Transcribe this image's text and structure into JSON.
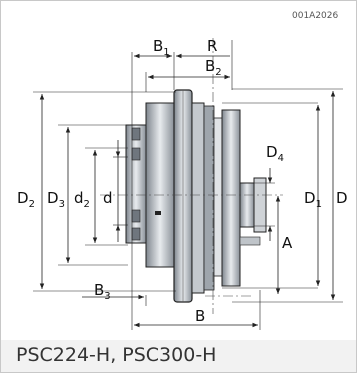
{
  "drawing_code": "001A2026",
  "caption": "PSC224-H, PSC300-H",
  "dimensions": {
    "B1": {
      "main": "B",
      "sub": "1"
    },
    "R": {
      "main": "R"
    },
    "B2": {
      "main": "B",
      "sub": "2"
    },
    "D4": {
      "main": "D",
      "sub": "4"
    },
    "D2": {
      "main": "D",
      "sub": "2"
    },
    "D3": {
      "main": "D",
      "sub": "3"
    },
    "d2": {
      "main": "d",
      "sub": "2"
    },
    "d": {
      "main": "d"
    },
    "D1": {
      "main": "D",
      "sub": "1"
    },
    "D": {
      "main": "D"
    },
    "A": {
      "main": "A"
    },
    "B3": {
      "main": "B",
      "sub": "3"
    },
    "B": {
      "main": "B"
    }
  },
  "colors": {
    "line": "#222222",
    "part_fill": "#d9dde2",
    "part_dark": "#8d949c",
    "highlight": "#f2f4f6"
  }
}
